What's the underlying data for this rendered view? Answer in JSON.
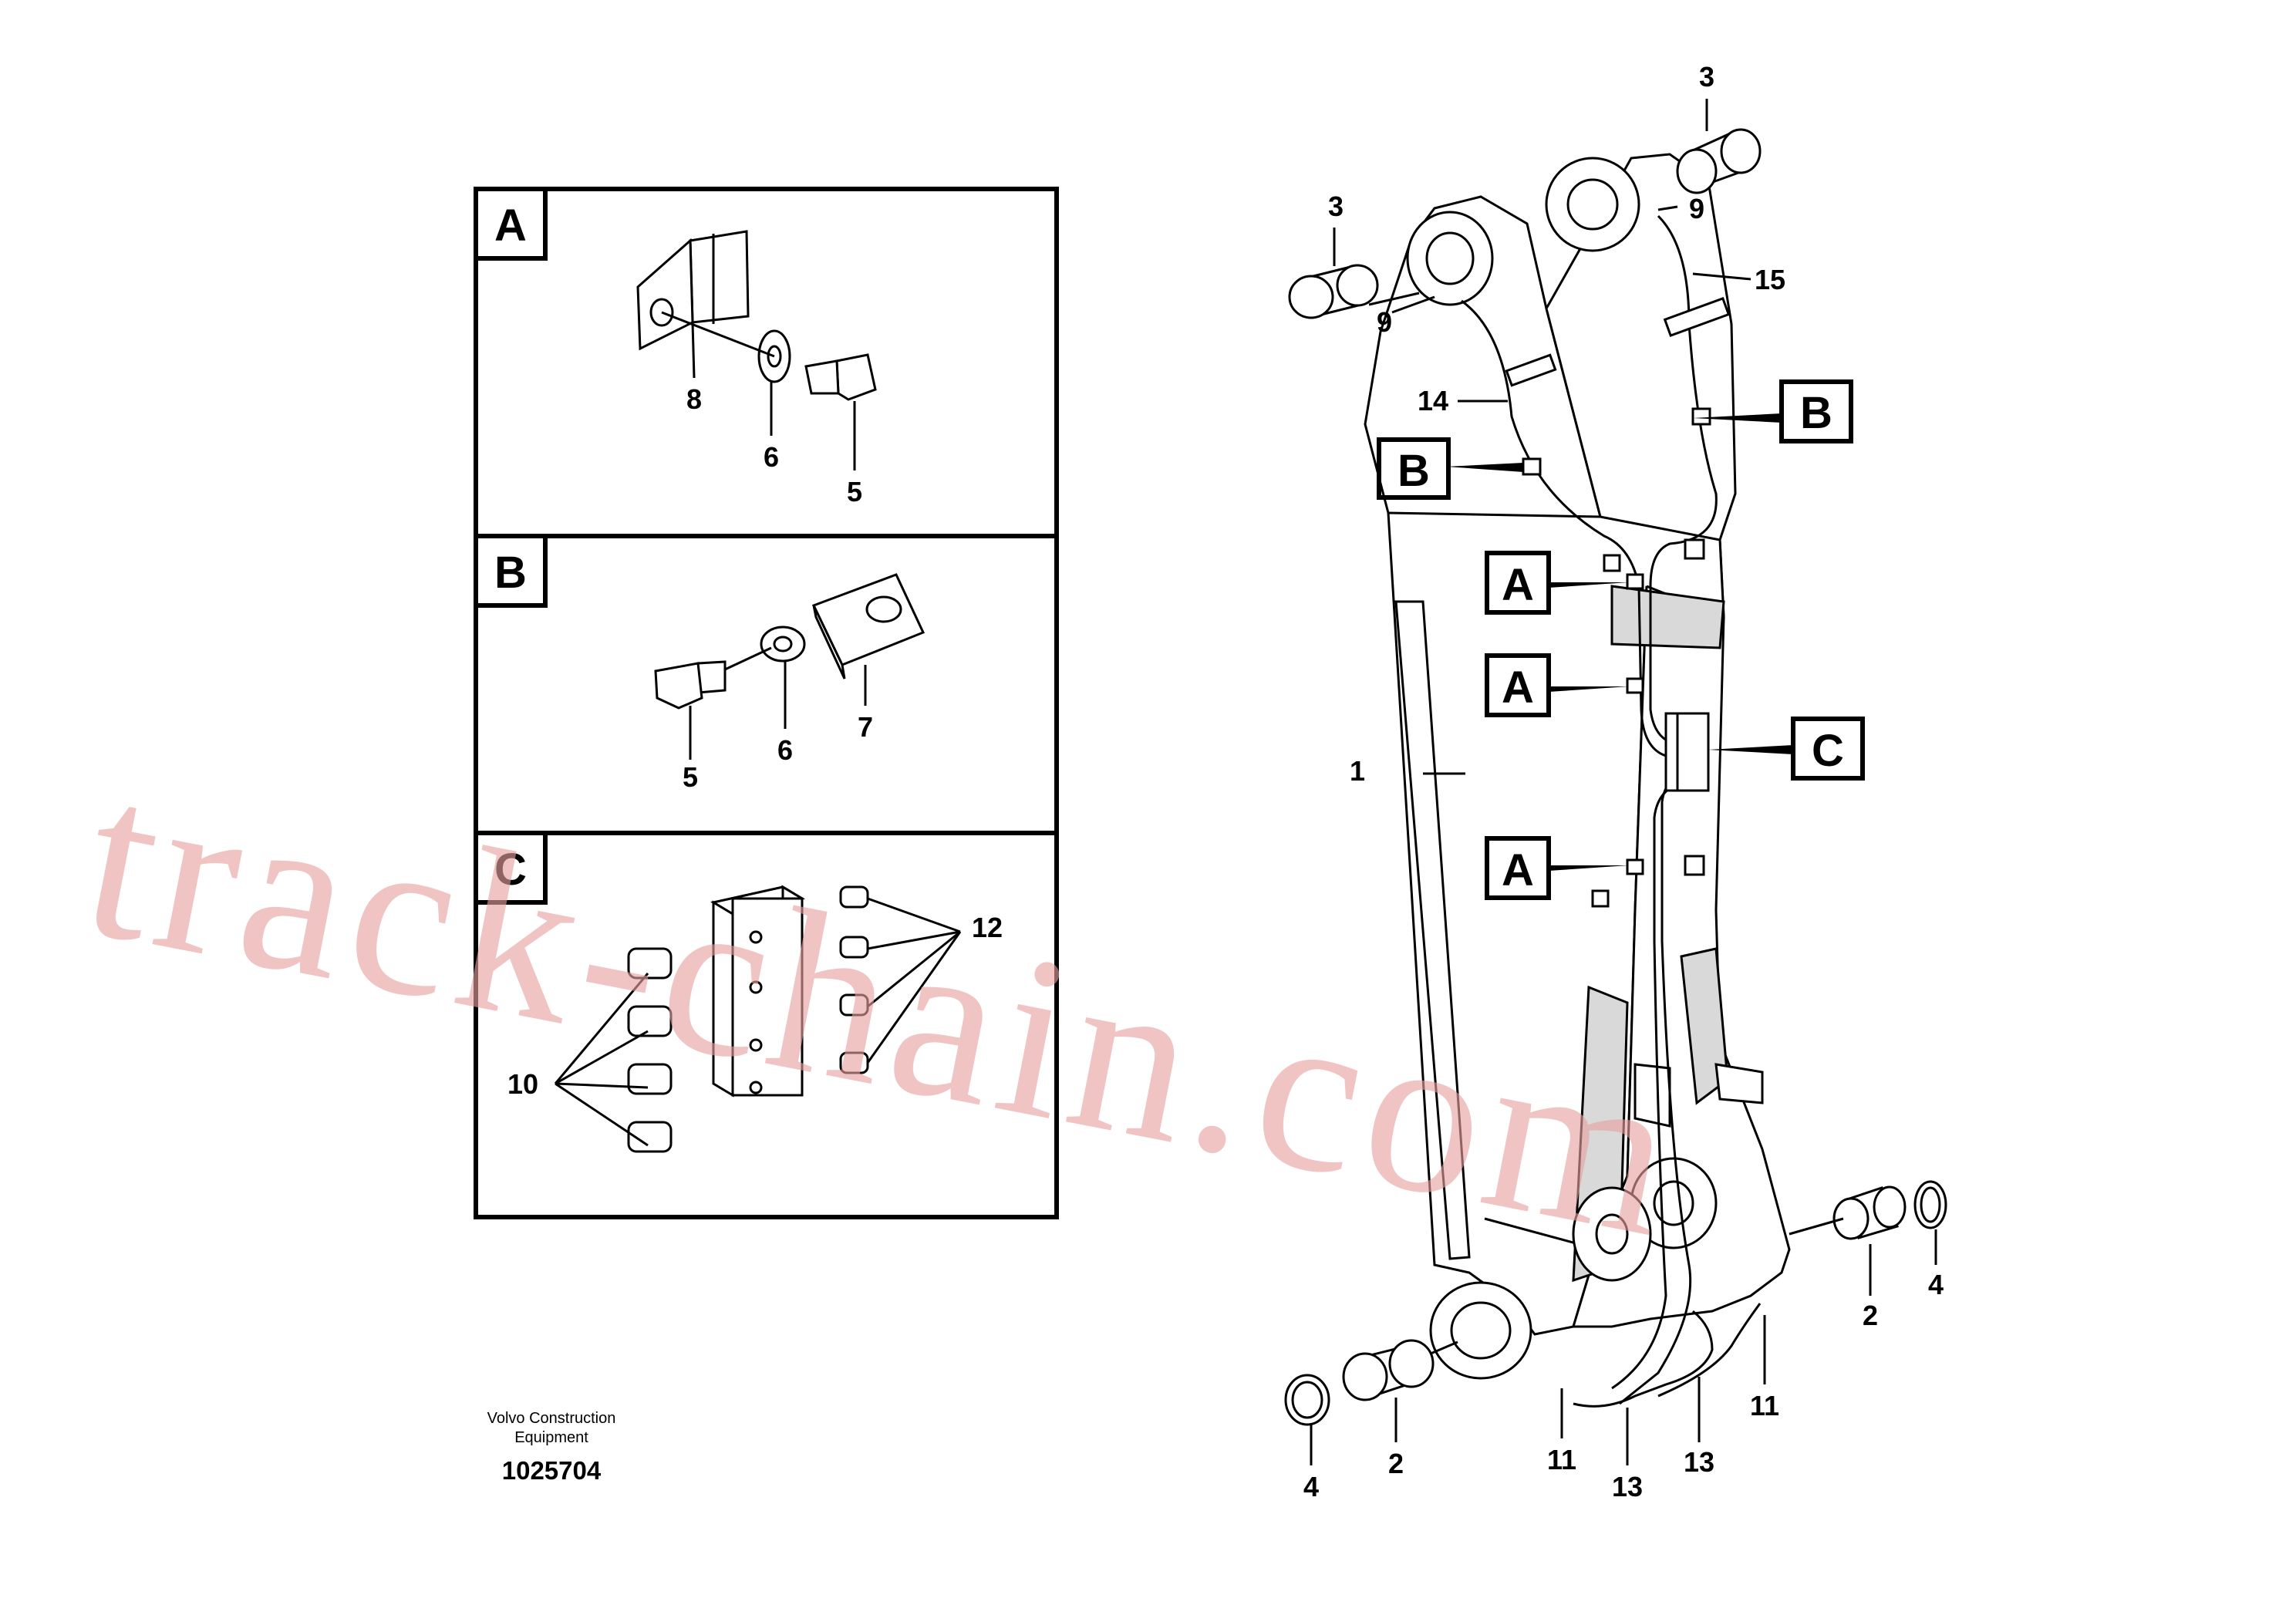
{
  "details": [
    {
      "letter": "A",
      "callouts": [
        "8",
        "6",
        "5"
      ]
    },
    {
      "letter": "B",
      "callouts": [
        "5",
        "6",
        "7"
      ]
    },
    {
      "letter": "C",
      "callouts": [
        "12",
        "10"
      ]
    }
  ],
  "main_callouts": {
    "c3_left": "3",
    "c3_right": "3",
    "c9_left": "9",
    "c9_right": "9",
    "c15": "15",
    "c14": "14",
    "c1": "1",
    "c2_right": "2",
    "c4_right": "4",
    "c11_right": "11",
    "c13_right": "13",
    "c13_left": "13",
    "c11_left": "11",
    "c2_left": "2",
    "c4_left": "4"
  },
  "main_refs": {
    "b_left": "B",
    "b_right": "B",
    "a1": "A",
    "a2": "A",
    "a3": "A",
    "c": "C"
  },
  "footer": {
    "company_line1": "Volvo Construction",
    "company_line2": "Equipment",
    "figure_number": "1025704"
  },
  "watermark": "track-chain.com"
}
